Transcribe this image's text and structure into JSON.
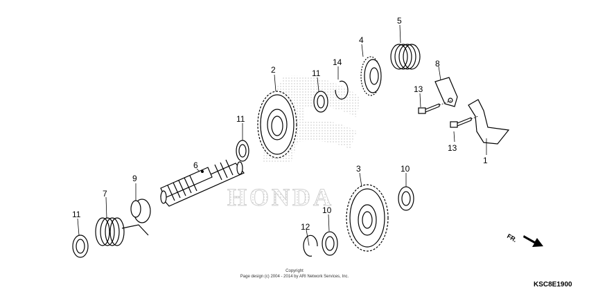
{
  "diagram": {
    "code": "KSC8E1900",
    "copyright_line1": "Copyright",
    "copyright_line2": "Page design (c) 2004 - 2014 by ARI Network Services, Inc.",
    "watermark": "HONDA",
    "direction_label": "FR.",
    "callouts": {
      "c1": "1",
      "c2": "2",
      "c3": "3",
      "c4": "4",
      "c5": "5",
      "c6": "6",
      "c7": "7",
      "c8": "8",
      "c9": "9",
      "c10a": "10",
      "c10b": "10",
      "c11a": "11",
      "c11b": "11",
      "c11c": "11",
      "c12": "12",
      "c13a": "13",
      "c13b": "13",
      "c14": "14"
    }
  }
}
